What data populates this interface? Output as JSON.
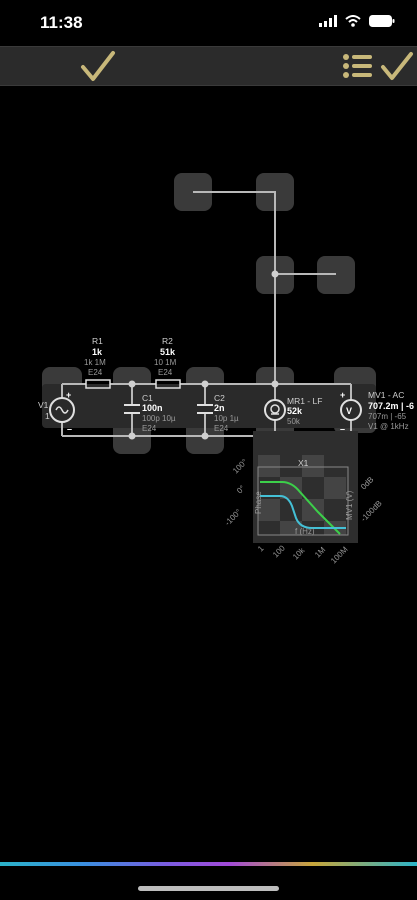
{
  "status": {
    "time": "11:38"
  },
  "toolbar": {
    "left_icon": "checkmark-icon",
    "right_icons": [
      "list-icon",
      "checkmark-icon"
    ]
  },
  "circuit": {
    "v1": {
      "name": "V1",
      "value": "1"
    },
    "r1": {
      "name": "R1",
      "value": "1k",
      "range": "1k  1M",
      "series": "E24"
    },
    "r2": {
      "name": "R2",
      "value": "51k",
      "range": "10  1M",
      "series": "E24"
    },
    "c1": {
      "name": "C1",
      "value": "100n",
      "range": "100p  10µ",
      "series": "E24"
    },
    "c2": {
      "name": "C2",
      "value": "2n",
      "range": "10p  1µ",
      "series": "E24"
    },
    "mr1": {
      "name": "MR1 - LF",
      "value": "52k",
      "value2": "50k"
    },
    "mv1": {
      "name": "MV1 - AC",
      "value": "707.2m | -6",
      "value2": "707m | -65",
      "note": "V1 @ 1kHz"
    }
  },
  "bode": {
    "title": "X1",
    "left_axis_label": "Phase",
    "right_axis_label": "MV1 (V)",
    "x_axis_label": "f (Hz)",
    "left_ticks": [
      "100°",
      "0°",
      "-100°"
    ],
    "right_ticks": [
      "0dB",
      "-100dB"
    ],
    "x_ticks": [
      "1",
      "100",
      "10k",
      "1M",
      "100M"
    ]
  },
  "colors": {
    "accent": "#c8b87a",
    "magnitude": "#3ccf4a",
    "phase": "#44c0d6",
    "node_box": "#3a3a3a"
  }
}
